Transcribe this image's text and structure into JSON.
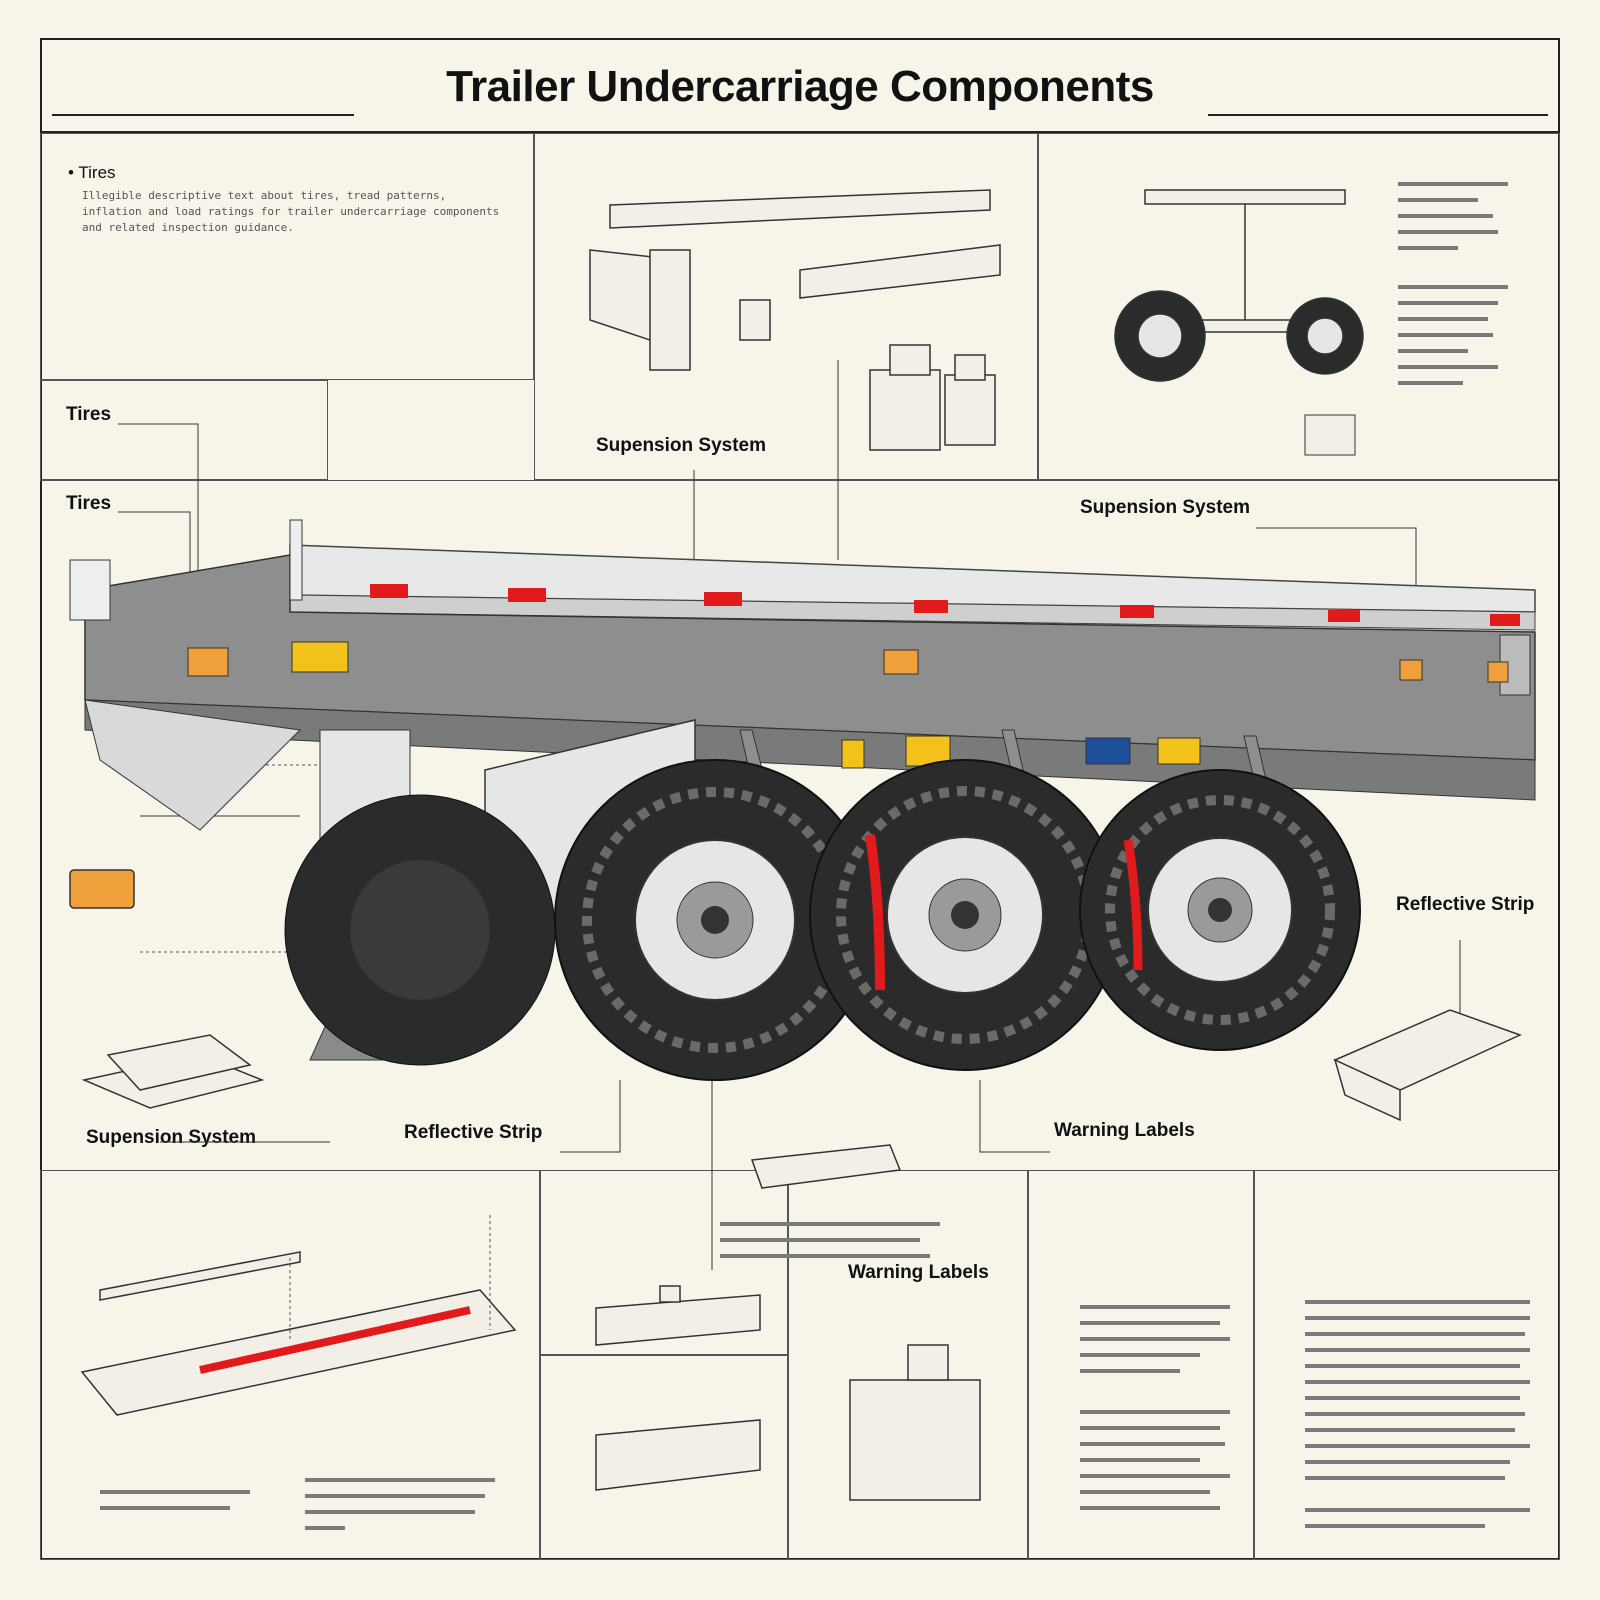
{
  "title": "Trailer Undercarriage Components",
  "intro": {
    "heading": "Tires",
    "text": "Illegible descriptive text about tires, tread patterns, inflation and load ratings for trailer undercarriage components and related inspection guidance."
  },
  "callouts": {
    "tires_top": "Tires",
    "tires_mid": "Tires",
    "suspension_top": "Supension System",
    "suspension_right": "Supension System",
    "suspension_bottom": "Supension System",
    "reflective_right": "Reflective Strip",
    "reflective_bottom": "Reflective Strip",
    "warning_bottom": "Warning Labels",
    "warning_panel": "Warning Labels"
  },
  "colors": {
    "frame": "#8e8e8e",
    "deck": "#e3e3e3",
    "reflector_red": "#e11b1b",
    "amber": "#f0a03a",
    "tire": "#2b2b2b",
    "paper": "#f7f4ea"
  },
  "icons": [
    "suspension-bracket-icon",
    "axle-wheels-icon",
    "tank-icon",
    "box-icon",
    "reflective-rail-icon",
    "tail-lamp-icon",
    "bracket-block-icon",
    "landing-gear-icon"
  ]
}
